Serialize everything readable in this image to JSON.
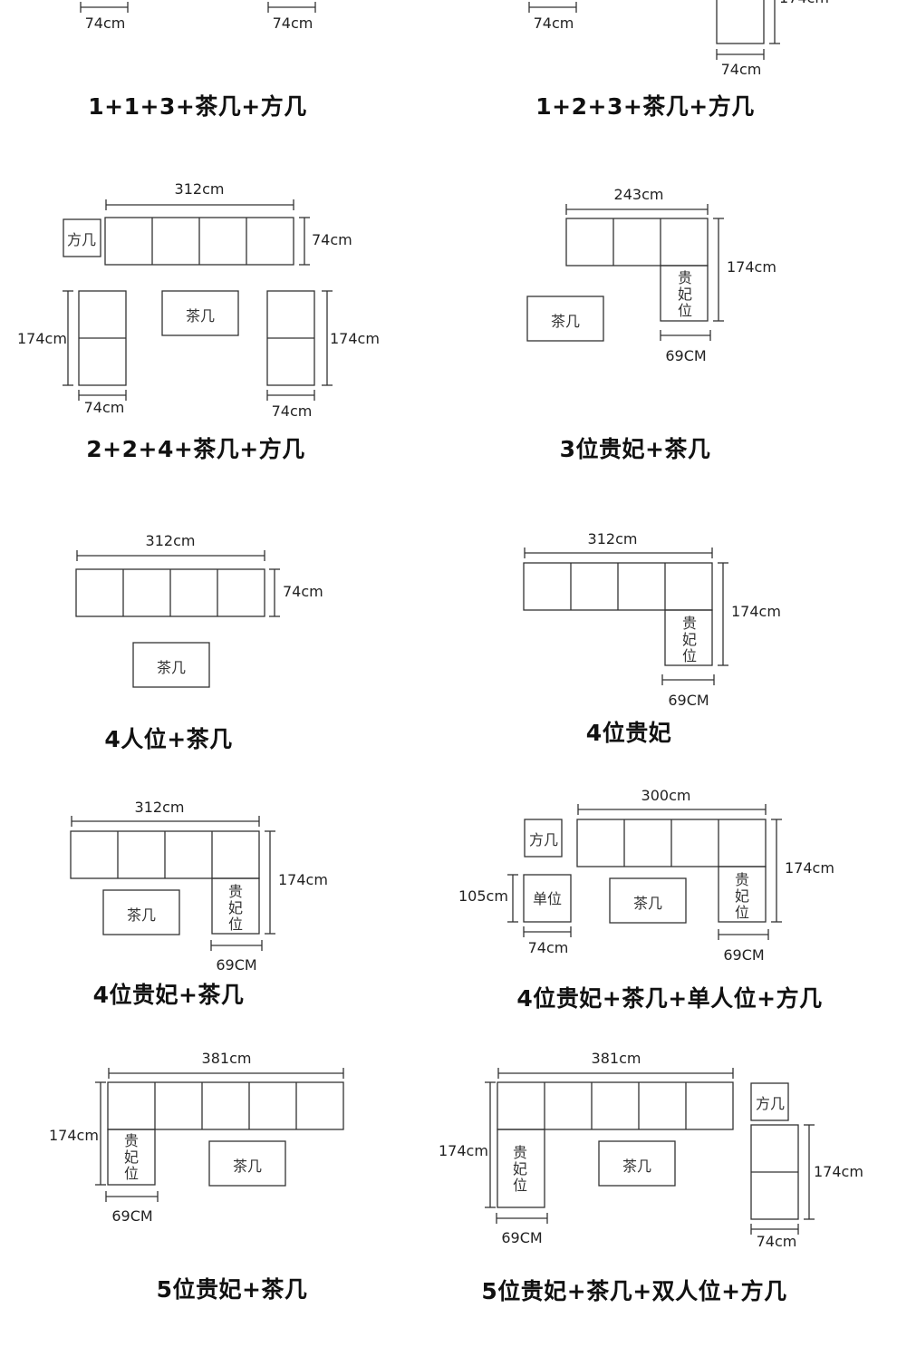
{
  "captions": {
    "d1": "1+1+3+茶几+方几",
    "d2": "1+2+3+茶几+方几",
    "d3": "2+2+4+茶几+方几",
    "d4": "3位贵妃+茶几",
    "d5": "4人位+茶几",
    "d6": "4位贵妃",
    "d7": "4位贵妃+茶几",
    "d8": "4位贵妃+茶几+单人位+方几",
    "d9": "5位贵妃+茶几",
    "d10": "5位贵妃+茶几+双人位+方几"
  },
  "labels": {
    "coffee_table": "茶几",
    "square_table": "方几",
    "chaise": "贵妃位",
    "single_seat": "单位"
  },
  "dims": {
    "w74": "74cm",
    "w312": "312cm",
    "w243": "243cm",
    "w300": "300cm",
    "w381": "381cm",
    "h74": "74cm",
    "h174": "174cm",
    "h105": "105cm",
    "chaise69": "69CM",
    "cut174": "174cm"
  },
  "colors": {
    "line": "#333333",
    "text": "#111111",
    "background": "#ffffff"
  }
}
